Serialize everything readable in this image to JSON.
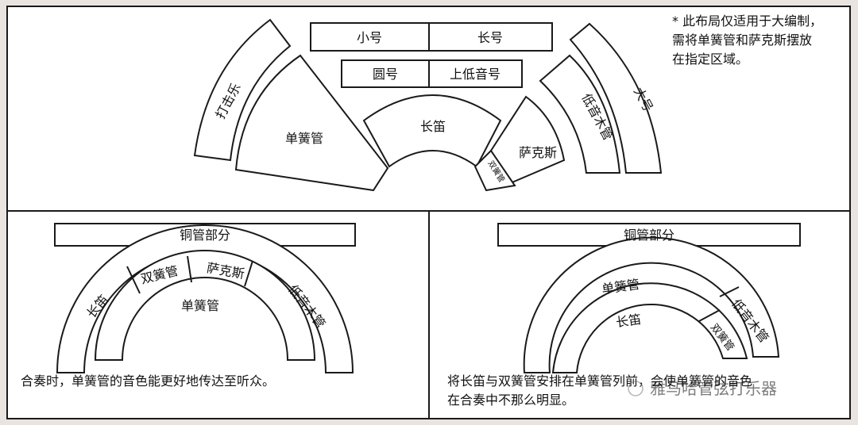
{
  "top": {
    "note": [
      "* 此布局仅适用于大编制，",
      "需将单簧管和萨克斯摆放",
      "在指定区域。"
    ],
    "boxes": [
      "小号",
      "长号",
      "圆号",
      "上低音号"
    ],
    "sections": {
      "percussion": "打击乐",
      "clarinet": "单簧管",
      "flute": "长笛",
      "saxophone": "萨克斯",
      "oboe": "双簧管",
      "bassoon": "低音木管",
      "tuba": "大号"
    }
  },
  "left": {
    "brass": "铜管部分",
    "outer": [
      "长笛",
      "双簧管",
      "萨克斯",
      "低音木管"
    ],
    "inner": "单簧管",
    "caption": "合奏时，单簧管的音色能更好地传达至听众。"
  },
  "right": {
    "brass": "铜管部分",
    "outer": "单簧管",
    "outer_side": "低音木管",
    "inner": "长笛",
    "inner_side": "双簧管",
    "caption": [
      "将长笛与双簧管安排在单簧管列前，会使单簧管的音色",
      "在合奏中不那么明显。"
    ]
  },
  "watermark": "雅马哈管弦打乐器"
}
